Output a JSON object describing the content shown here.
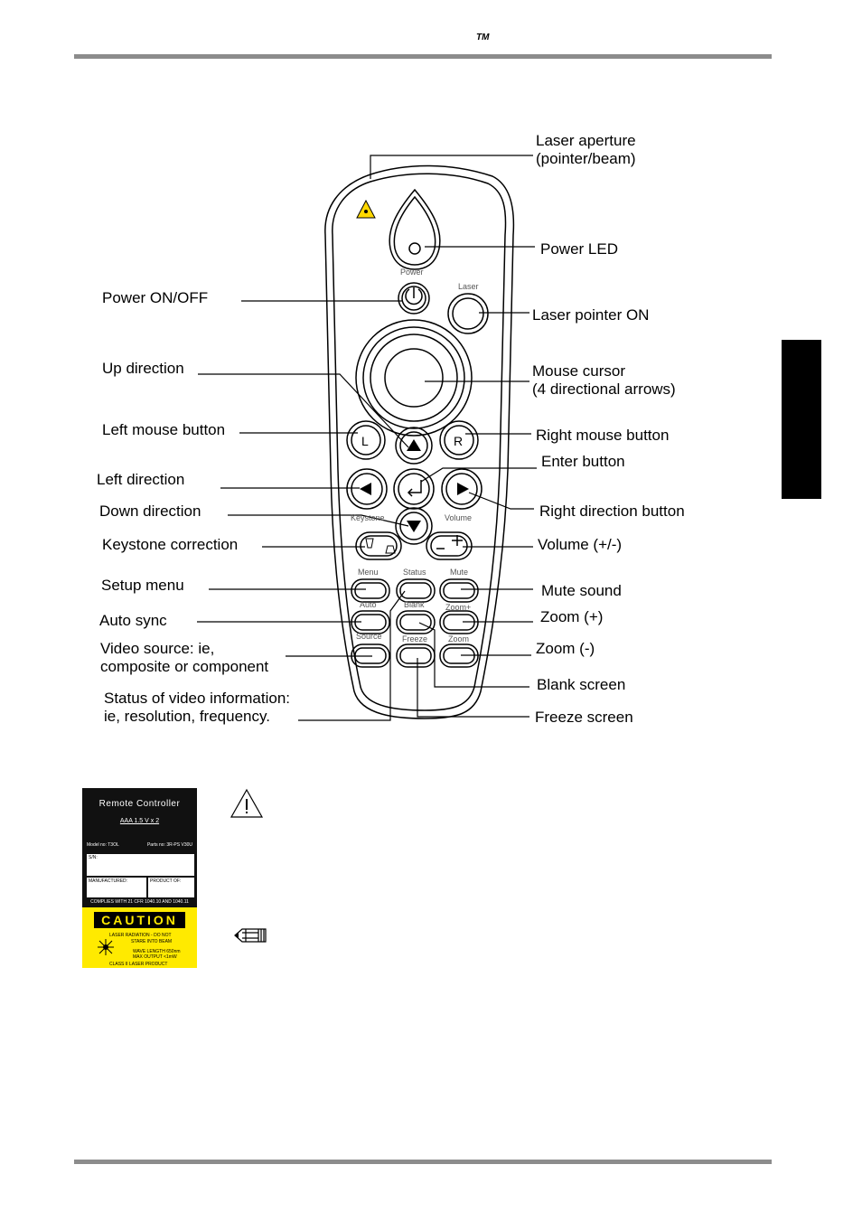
{
  "header": {
    "trademark": "TM"
  },
  "labels": {
    "laser_aperture": [
      "Laser aperture",
      "(pointer/beam)"
    ],
    "power_led": "Power LED",
    "power_onoff": "Power ON/OFF",
    "laser_pointer_on": "Laser pointer ON",
    "up_direction": "Up direction",
    "mouse_cursor": [
      "Mouse cursor",
      "(4 directional arrows)"
    ],
    "left_mouse_button": "Left mouse button",
    "right_mouse_button": "Right mouse button",
    "enter_button": "Enter button",
    "left_direction": "Left direction",
    "down_direction": "Down direction",
    "right_direction_button": "Right direction button",
    "keystone_correction": "Keystone correction",
    "volume": "Volume (+/-)",
    "setup_menu": "Setup menu",
    "mute_sound": "Mute sound",
    "auto_sync": "Auto sync",
    "zoom_plus": "Zoom (+)",
    "video_source": [
      "Video source: ie,",
      "composite or component"
    ],
    "zoom_minus": "Zoom (-)",
    "blank_screen": "Blank screen",
    "status_info": [
      "Status of video information:",
      "ie, resolution, frequency."
    ],
    "freeze_screen": "Freeze screen"
  },
  "remote_buttons": {
    "power": "Power",
    "laser": "Laser",
    "left_mouse": "L",
    "right_mouse": "R",
    "keystone": "Keystone",
    "volume": "Volume",
    "menu": "Menu",
    "status": "Status",
    "mute": "Mute",
    "auto": "Auto",
    "blank": "Blank",
    "zoom_plus": "Zoom+",
    "source": "Source",
    "freeze": "Freeze",
    "zoom": "Zoom"
  },
  "sticker": {
    "title": "Remote Controller",
    "battery": "AAA 1.5 V x 2",
    "model": "Model no: T3OL",
    "parts": "Parts no: 3R-PS V30U",
    "sn": "S/N:",
    "manufactured": "MANUFACTURED:",
    "product_of": "PRODUCT OF:",
    "compliance": "COMPLIES WITH 21 CFR 1040.10 AND 1040.11",
    "caution": "CAUTION",
    "caution_lines": [
      "LASER RADIATION - DO NOT",
      "STARE INTO BEAM",
      "WAVE LENGTH 650nm",
      "MAX OUTPUT <1mW",
      "CLASS II LASER PRODUCT"
    ]
  },
  "icons": {
    "warning": "warning-icon",
    "note": "pencil-note-icon",
    "laser": "laser-warning-icon",
    "power": "power-icon"
  }
}
